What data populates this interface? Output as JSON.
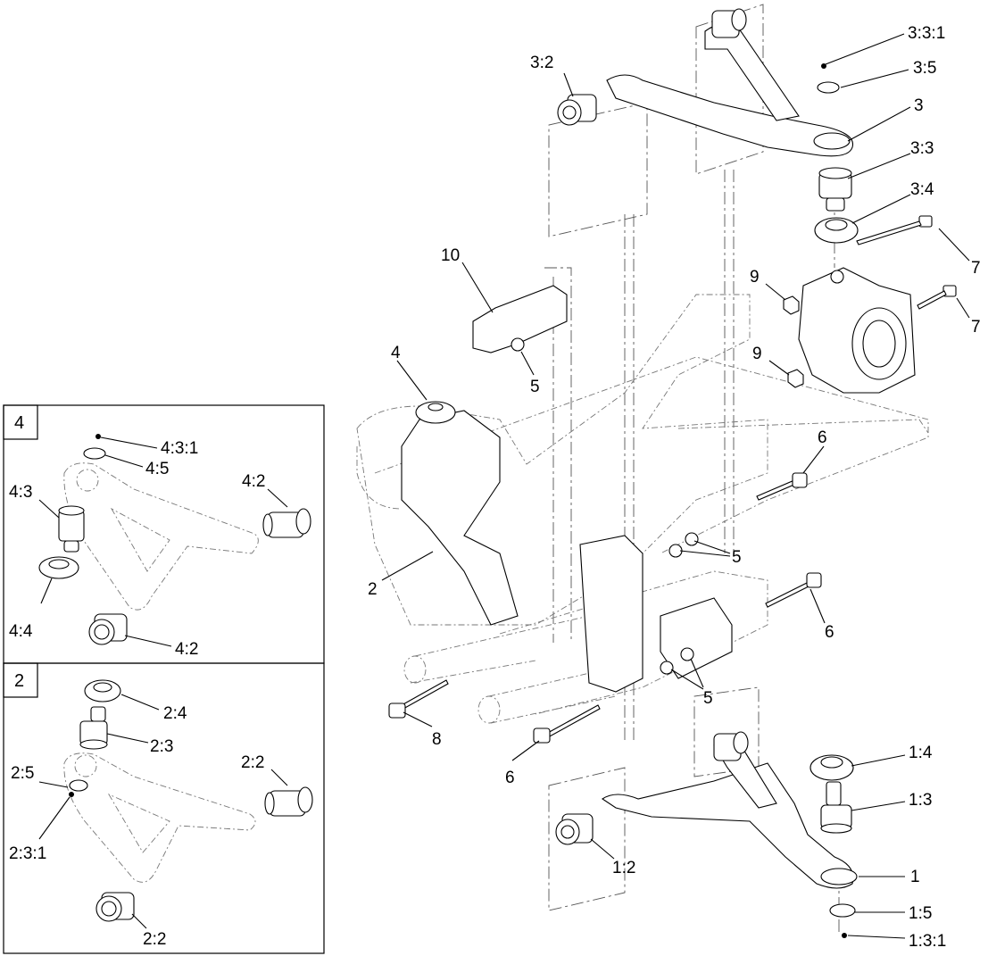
{
  "inset_4": {
    "number": "4",
    "callouts": [
      "4:3:1",
      "4:5",
      "4:3",
      "4:4",
      "4:2",
      "4:2"
    ]
  },
  "inset_2": {
    "number": "2",
    "callouts": [
      "2:4",
      "2:3",
      "2:5",
      "2:3:1",
      "2:2",
      "2:2"
    ]
  },
  "main": {
    "callouts": [
      "3:3:1",
      "3:5",
      "3",
      "3:3",
      "3:4",
      "3:2",
      "7",
      "7",
      "9",
      "9",
      "10",
      "5",
      "4",
      "6",
      "5",
      "2",
      "6",
      "5",
      "8",
      "6",
      "1:4",
      "1:3",
      "1",
      "1:2",
      "1:5",
      "1:3:1"
    ]
  }
}
